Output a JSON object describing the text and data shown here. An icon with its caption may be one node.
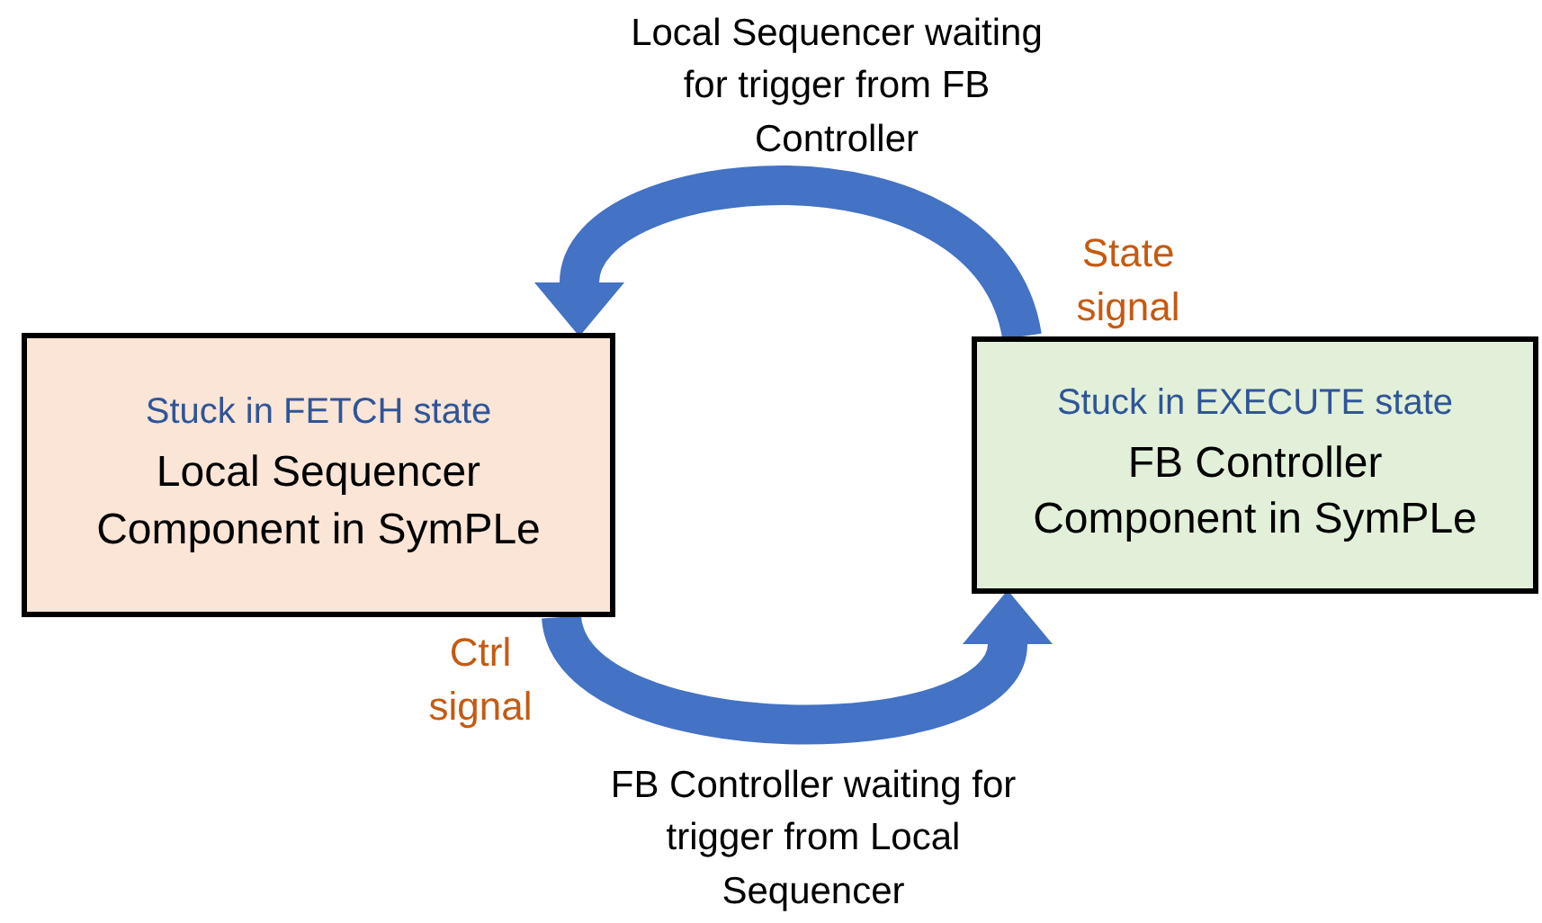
{
  "diagram": {
    "nodes": [
      {
        "text": [
          "Stuck in FETCH state",
          "Local Sequencer Component in SymPLe"
        ]
      },
      {
        "text": [
          "Stuck in EXECUTE state",
          "FB Controller Component in SymPLe"
        ]
      }
    ],
    "edges": [
      {
        "from": 1,
        "to": 0,
        "arrow": "to",
        "label": "State signal"
      },
      {
        "from": 0,
        "to": 1,
        "arrow": "to",
        "label": "Ctrl signal"
      }
    ],
    "labels": [
      "Local Sequencer waiting for trigger from FB Controller",
      "FB Controller waiting for trigger from Local Sequencer"
    ]
  }
}
